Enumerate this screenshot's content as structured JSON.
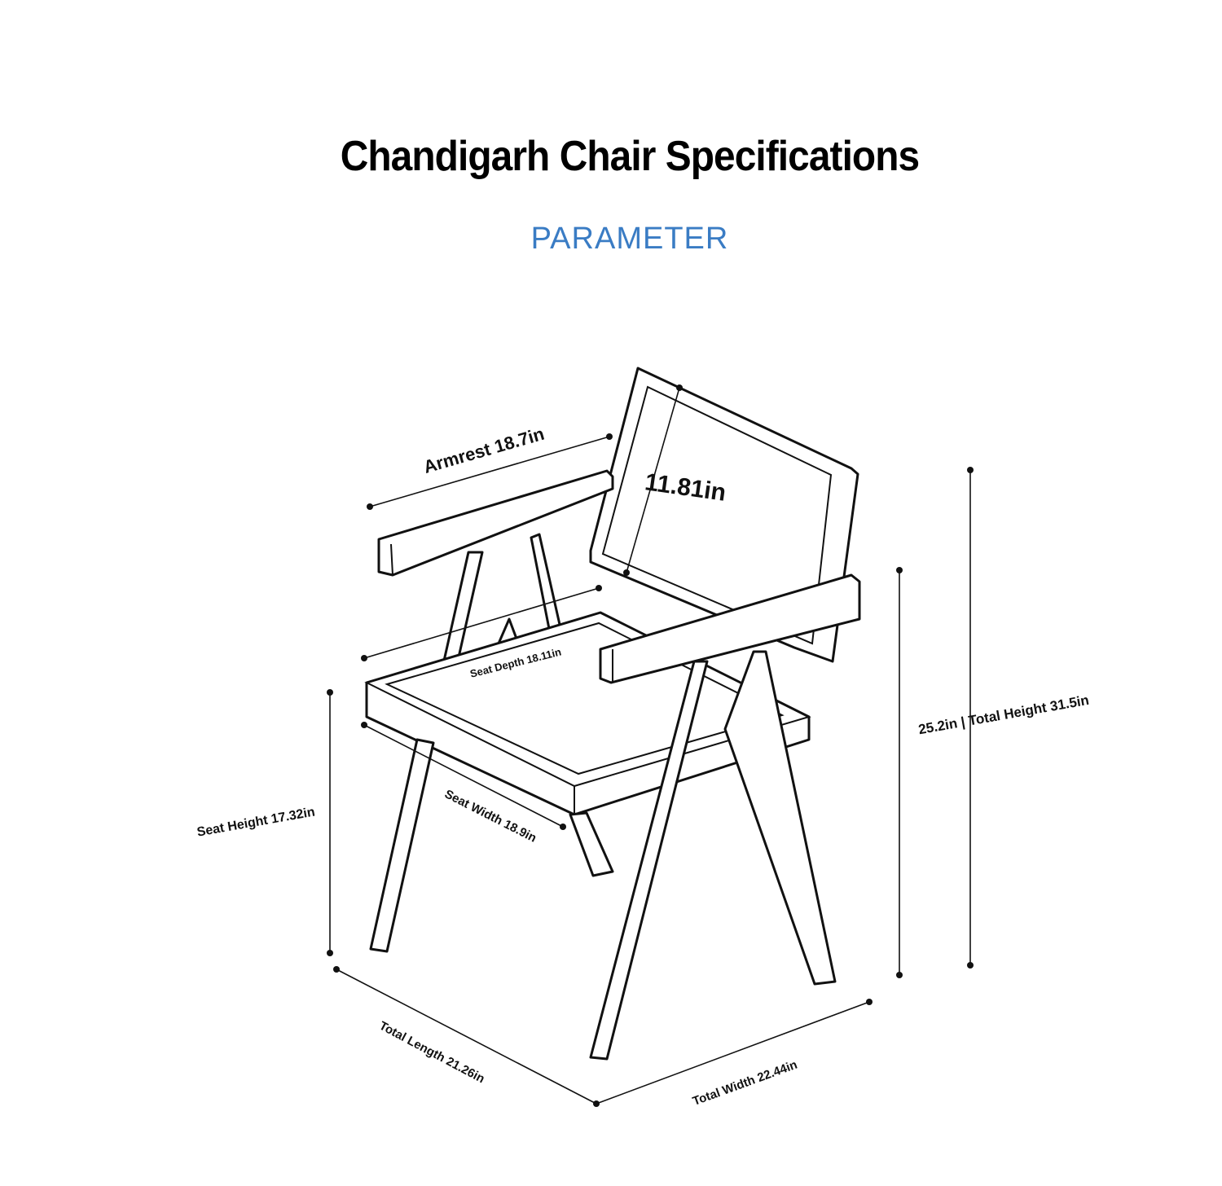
{
  "title": "Chandigarh Chair Specifications",
  "subtitle": "PARAMETER",
  "colors": {
    "subtitle": "#3a7cc4",
    "lines": "#111111"
  },
  "dimensions": {
    "armrest": "Armrest 18.7in",
    "backrest": "11.81in",
    "seat_depth": "Seat Depth 18.11in",
    "seat_height": "Seat Height 17.32in",
    "seat_width": "Seat Width 18.9in",
    "arm_and_total_height": "25.2in | Total Height 31.5in",
    "total_length": "Total Length 21.26in",
    "total_width": "Total Width 22.44in"
  }
}
